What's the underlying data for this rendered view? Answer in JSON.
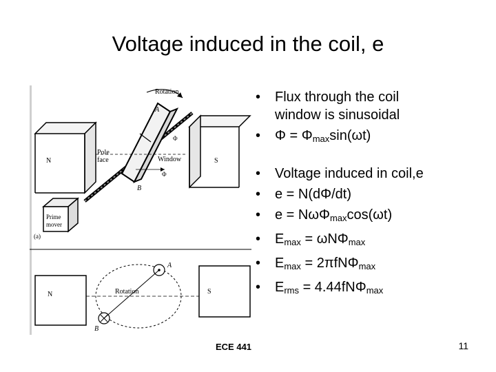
{
  "title": "Voltage induced in the coil, e",
  "figure": {
    "top": {
      "rotation": "Rotation",
      "pole_face": [
        "Pole",
        "face"
      ],
      "window": "Window",
      "north": "N",
      "south": "S",
      "prime_mover": [
        "Prime",
        "mover"
      ],
      "marker_a": "A",
      "marker_b": "B",
      "phi_t": "Φ",
      "phi_p": "Φ",
      "panel_tag": "(a)"
    },
    "bottom": {
      "rotation": "Rotation",
      "north": "N",
      "south": "S",
      "marker_a": "A",
      "marker_b": "B"
    }
  },
  "bullets": {
    "group1": [
      {
        "text": "Flux through the coil",
        "cont": "window is sinusoidal"
      },
      {
        "pre": "Φ = Φ",
        "sub": "max",
        "post": "sin(ωt)"
      }
    ],
    "group2": [
      {
        "text": "Voltage induced in coil,e"
      },
      {
        "text": "e = N(dΦ/dt)"
      },
      {
        "pre": "e = NωΦ",
        "sub": "max",
        "post": "cos(ωt)"
      },
      {
        "pre": "E",
        "sub": "max",
        "post": " = ωNΦ",
        "sub2": "max"
      },
      {
        "pre": "E",
        "sub": "max",
        "post": " = 2πfNΦ",
        "sub2": "max"
      },
      {
        "pre": "E",
        "sub": "rms",
        "post": " = 4.44fNΦ",
        "sub2": "max"
      }
    ]
  },
  "footer": {
    "course": "ECE 441",
    "page": "11"
  }
}
